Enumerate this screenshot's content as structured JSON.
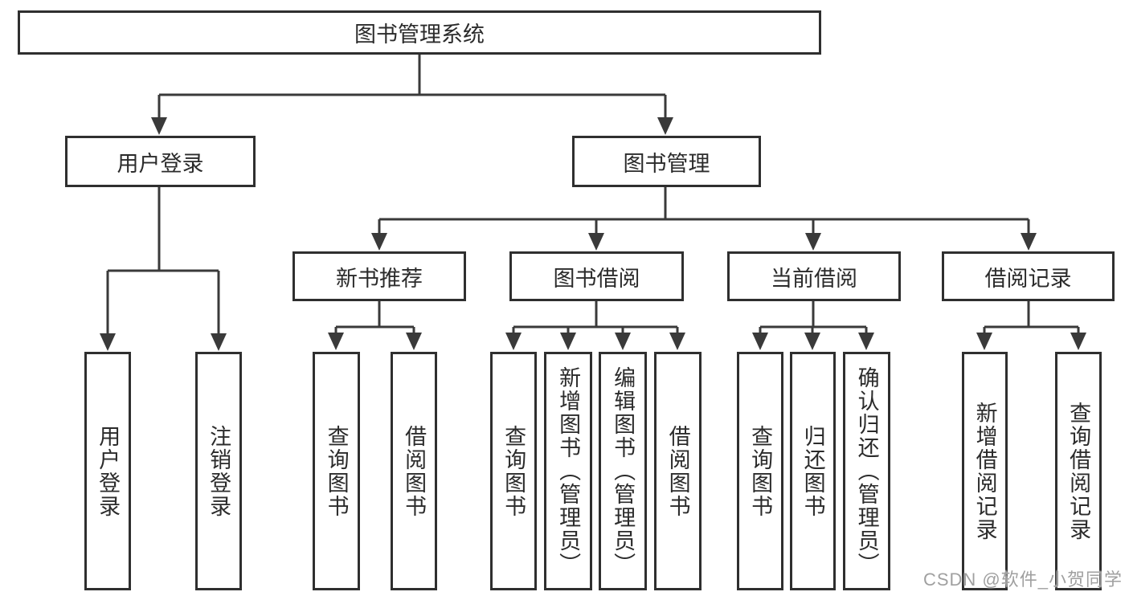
{
  "tree": {
    "root": "图书管理系统",
    "branches": [
      {
        "label": "用户登录",
        "children": [
          "用户登录",
          "注销登录"
        ]
      },
      {
        "label": "图书管理",
        "groups": [
          {
            "label": "新书推荐",
            "children": [
              "查询图书",
              "借阅图书"
            ]
          },
          {
            "label": "图书借阅",
            "children": [
              "查询图书",
              "新增图书（管理员）",
              "编辑图书（管理员）",
              "借阅图书"
            ]
          },
          {
            "label": "当前借阅",
            "children": [
              "查询图书",
              "归还图书",
              "确认归还（管理员）"
            ]
          },
          {
            "label": "借阅记录",
            "children": [
              "新增借阅记录",
              "查询借阅记录"
            ]
          }
        ]
      }
    ]
  },
  "watermark": "CSDN @软件_小贺同学",
  "colors": {
    "line": "#3a3a3a",
    "box_border": "#2f2f2f",
    "text": "#2b2b2b",
    "background": "#ffffff",
    "watermark": "#a0a0a0"
  }
}
